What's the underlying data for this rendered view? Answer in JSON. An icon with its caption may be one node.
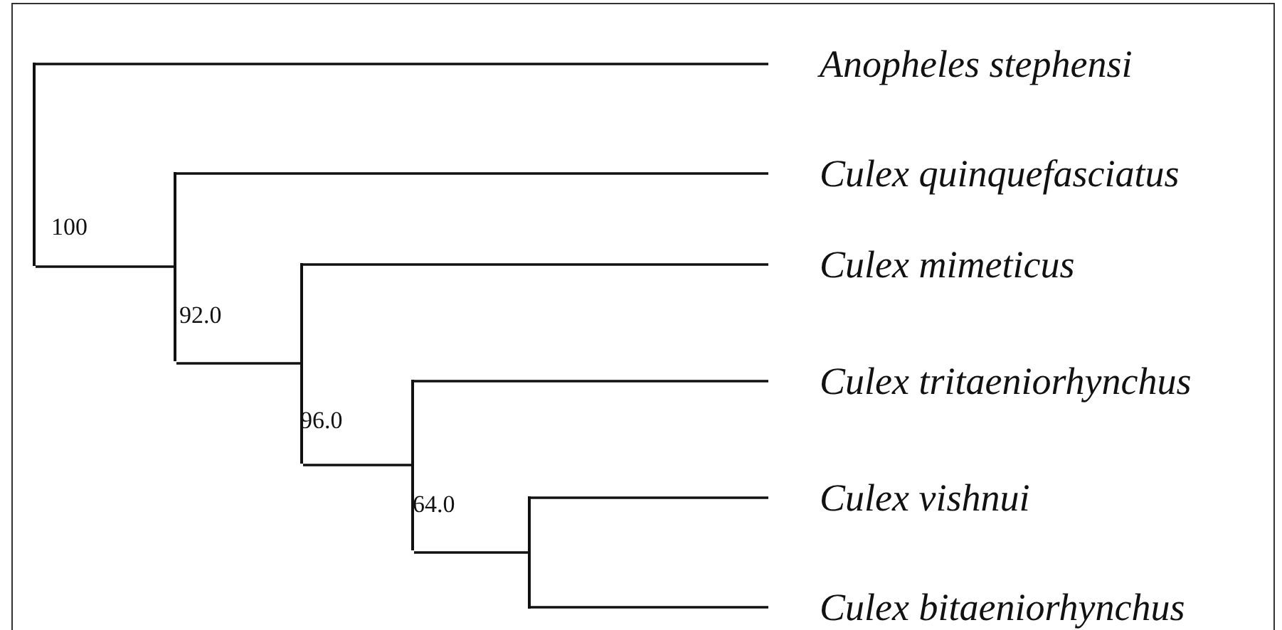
{
  "diagram": {
    "nodes": [
      {
        "text": [
          "Anopheles stephensi"
        ]
      },
      {
        "text": [
          "Culex quinquefasciatus"
        ]
      },
      {
        "text": [
          "Culex mimeticus"
        ]
      },
      {
        "text": [
          "Culex tritaeniorhynchus"
        ]
      },
      {
        "text": [
          "Culex vishnui"
        ]
      },
      {
        "text": [
          "Culex bitaeniorhynchus"
        ]
      },
      {
        "text": [],
        "shape": "bar",
        "beside": [
          "100"
        ]
      },
      {
        "text": [],
        "shape": "bar",
        "beside": [
          "92.0"
        ]
      },
      {
        "text": [],
        "shape": "bar",
        "beside": [
          "96.0"
        ]
      },
      {
        "text": [],
        "shape": "bar",
        "beside": [
          "64.0"
        ]
      },
      {
        "text": [],
        "shape": "bar"
      }
    ],
    "edges": [
      {
        "from": 6,
        "to": 0,
        "arrow": "none"
      },
      {
        "from": 6,
        "to": 7,
        "arrow": "none"
      },
      {
        "from": 7,
        "to": 1,
        "arrow": "none"
      },
      {
        "from": 7,
        "to": 8,
        "arrow": "none"
      },
      {
        "from": 8,
        "to": 2,
        "arrow": "none"
      },
      {
        "from": 8,
        "to": 9,
        "arrow": "none"
      },
      {
        "from": 9,
        "to": 3,
        "arrow": "none"
      },
      {
        "from": 9,
        "to": 10,
        "arrow": "none"
      },
      {
        "from": 10,
        "to": 4,
        "arrow": "none"
      },
      {
        "from": 10,
        "to": 5,
        "arrow": "none"
      }
    ]
  }
}
